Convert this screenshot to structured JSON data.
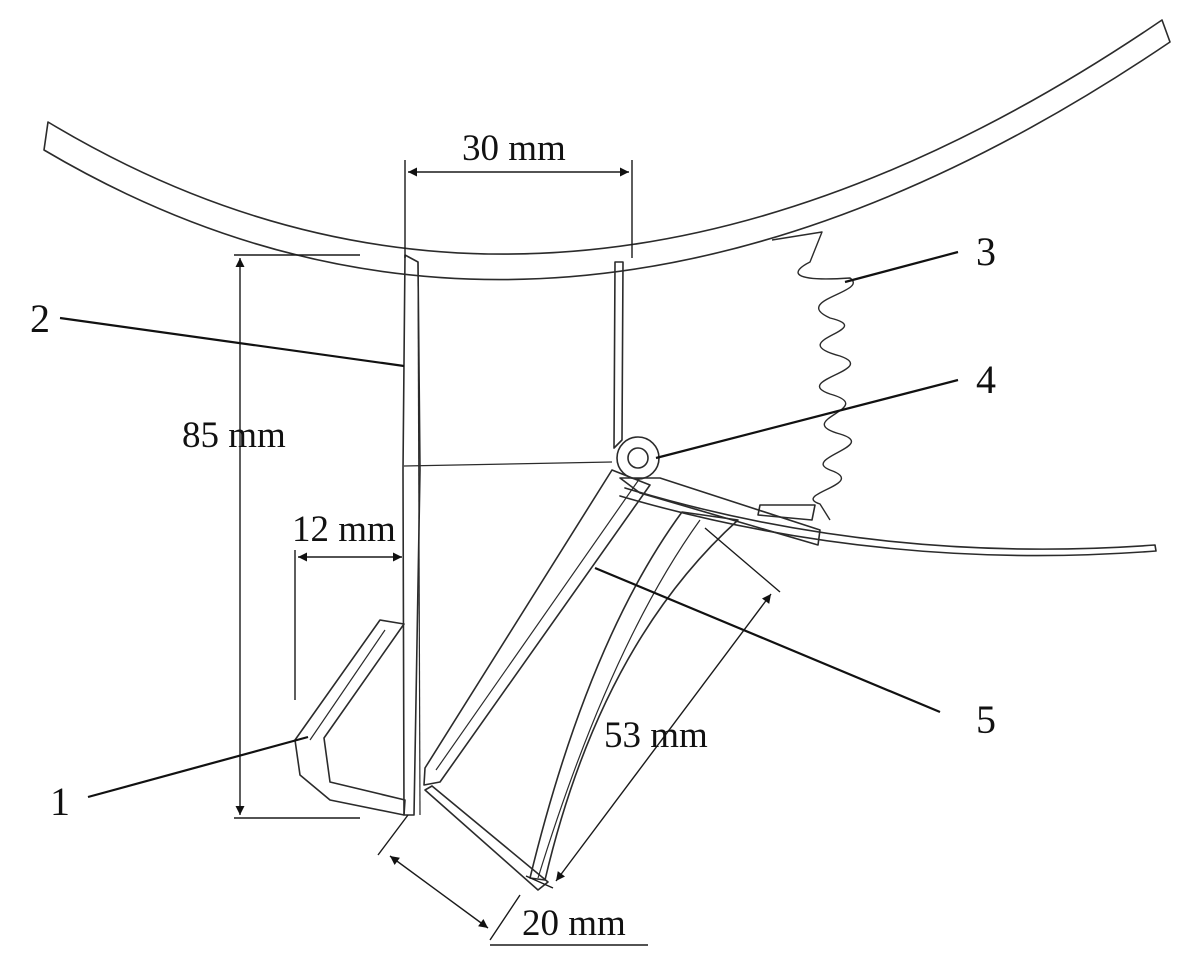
{
  "dimensions": {
    "top_width": "30 mm",
    "height": "85 mm",
    "side_offset": "12 mm",
    "blade_length": "53 mm",
    "bottom_width": "20 mm"
  },
  "part_numbers": {
    "p1": "1",
    "p2": "2",
    "p3": "3",
    "p4": "4",
    "p5": "5"
  }
}
